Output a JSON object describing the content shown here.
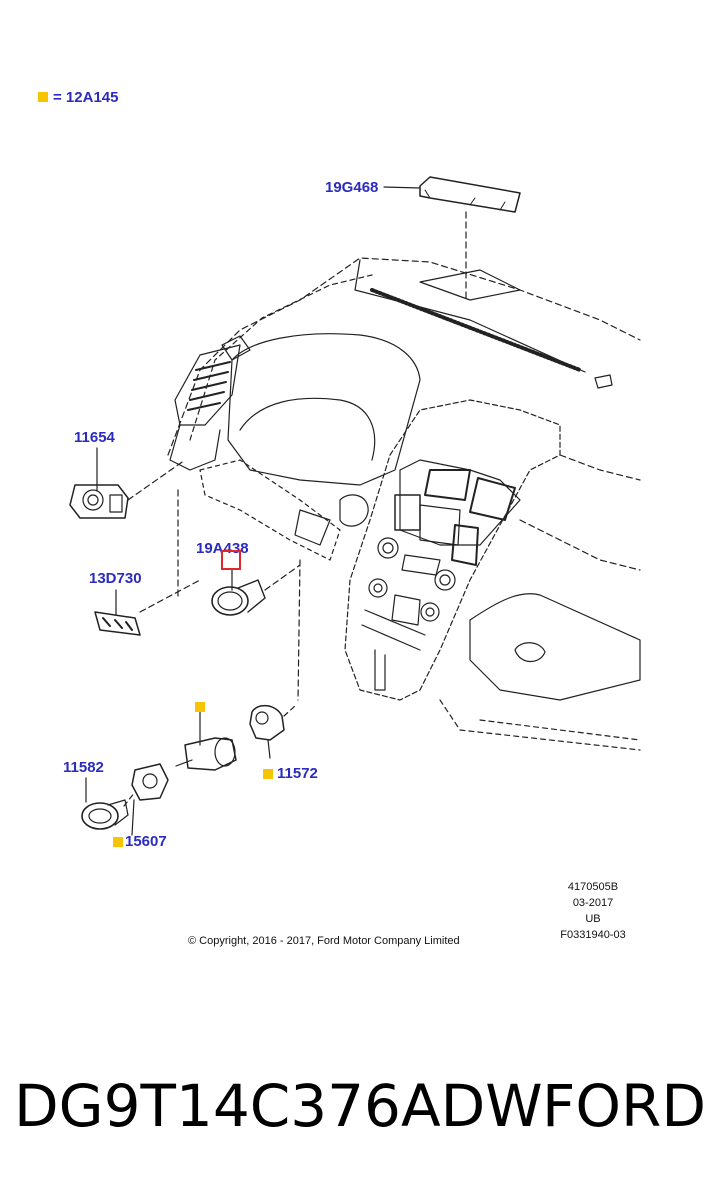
{
  "legend": {
    "symbol": "yellow-square",
    "text": "= 12A145",
    "color": "#f6c400"
  },
  "callouts": {
    "c19G468": "19G468",
    "c11654": "11654",
    "c19A438": "19A438",
    "c13D730": "13D730",
    "c11582": "11582",
    "c11572": "11572",
    "c15607": "15607"
  },
  "info": {
    "ref1": "4170505B",
    "date": "03-2017",
    "region": "UB",
    "ref2": "F0331940-03"
  },
  "copyright": "© Copyright, 2016 - 2017, Ford Motor Company Limited",
  "footer": {
    "part_number": "DG9T14C376ADW",
    "brand": "FORD"
  },
  "colors": {
    "callout": "#2b2bc0",
    "marker": "#f6c400",
    "highlight": "#e0262e"
  }
}
